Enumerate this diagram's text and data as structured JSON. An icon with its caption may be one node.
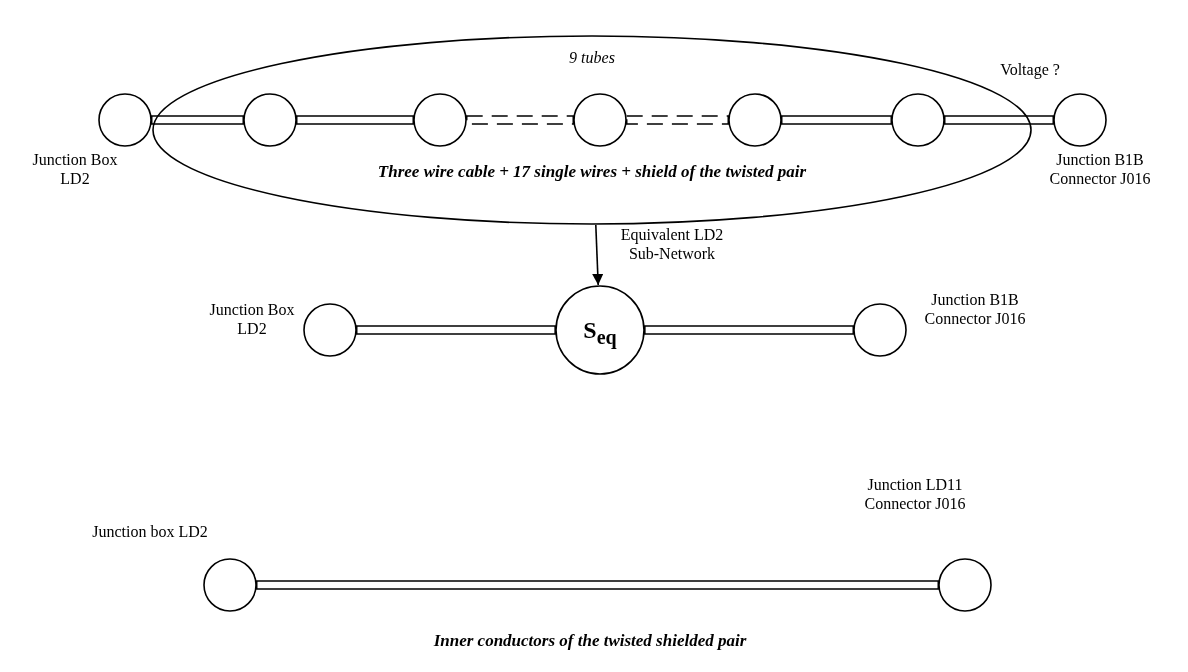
{
  "diagram": {
    "nodes": [
      {
        "text": [
          "9 tubes",
          "Three wire cable + 17 single wires + shield of the twisted pair"
        ]
      },
      {
        "text": [],
        "shape": "circle",
        "beside": [
          "Junction Box LD2"
        ]
      },
      {
        "text": [],
        "shape": "circle",
        "in": 0
      },
      {
        "text": [],
        "shape": "circle",
        "in": 0
      },
      {
        "text": [],
        "shape": "circle",
        "in": 0
      },
      {
        "text": [],
        "shape": "circle",
        "in": 0
      },
      {
        "text": [],
        "shape": "circle",
        "in": 0
      },
      {
        "text": [],
        "shape": "circle",
        "beside": [
          "Junction B1B Connector J016"
        ]
      },
      {
        "text": [],
        "shape": "circle",
        "beside": [
          "Junction Box LD2"
        ]
      },
      {
        "text": [
          "S$_{eq}$"
        ]
      },
      {
        "text": [],
        "shape": "circle",
        "beside": [
          "Junction B1B Connector J016"
        ]
      },
      {
        "text": [],
        "shape": "circle",
        "beside": [
          "Junction box LD2"
        ]
      },
      {
        "text": [],
        "shape": "circle",
        "beside": [
          "Junction LD11 Connector J016"
        ]
      }
    ],
    "edges": [
      {
        "from": 1,
        "to": 2,
        "arrow": "none"
      },
      {
        "from": 2,
        "to": 3,
        "arrow": "none"
      },
      {
        "from": 3,
        "to": 4,
        "arrow": "none",
        "style": "dashed"
      },
      {
        "from": 4,
        "to": 5,
        "arrow": "none",
        "style": "dashed"
      },
      {
        "from": 5,
        "to": 6,
        "arrow": "none"
      },
      {
        "from": 6,
        "to": 7,
        "arrow": "none"
      },
      {
        "from": 0,
        "to": 9,
        "arrow": "to",
        "label": "Equivalent LD2 Sub-Network"
      },
      {
        "from": 8,
        "to": 9,
        "arrow": "none"
      },
      {
        "from": 9,
        "to": 10,
        "arrow": "none"
      },
      {
        "from": 11,
        "to": 12,
        "arrow": "none",
        "label": "Inner conductors of the twisted shielded pair"
      }
    ],
    "labels": [
      "Voltage ?"
    ]
  }
}
